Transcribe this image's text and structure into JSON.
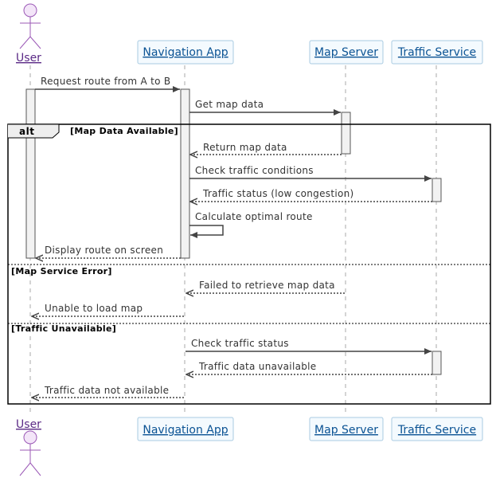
{
  "participants": {
    "user": "User",
    "navigation_app": "Navigation App",
    "map_server": "Map Server",
    "traffic_service": "Traffic Service"
  },
  "messages": {
    "request_route": "Request route from A to B",
    "get_map_data": "Get map data",
    "return_map_data": "Return map data",
    "check_traffic_conditions": "Check traffic conditions",
    "traffic_status_low": "Traffic status (low congestion)",
    "calculate_route": "Calculate optimal route",
    "display_route": "Display route on screen",
    "failed_retrieve": "Failed to retrieve map data",
    "unable_load_map": "Unable to load map",
    "check_traffic_status": "Check traffic status",
    "traffic_data_unavailable": "Traffic data unavailable",
    "traffic_data_not_available": "Traffic data not available"
  },
  "alt_frame": {
    "keyword": "alt",
    "guard_1": "[Map Data Available]",
    "guard_2": "[Map Service Error]",
    "guard_3": "[Traffic Unavailable]"
  },
  "colors": {
    "participant_fill": "#f4fafe",
    "participant_border": "#a9cbe2",
    "participant_text": "#0b5394",
    "actor": "#9b59b6",
    "actor_text": "#5b2a86"
  }
}
